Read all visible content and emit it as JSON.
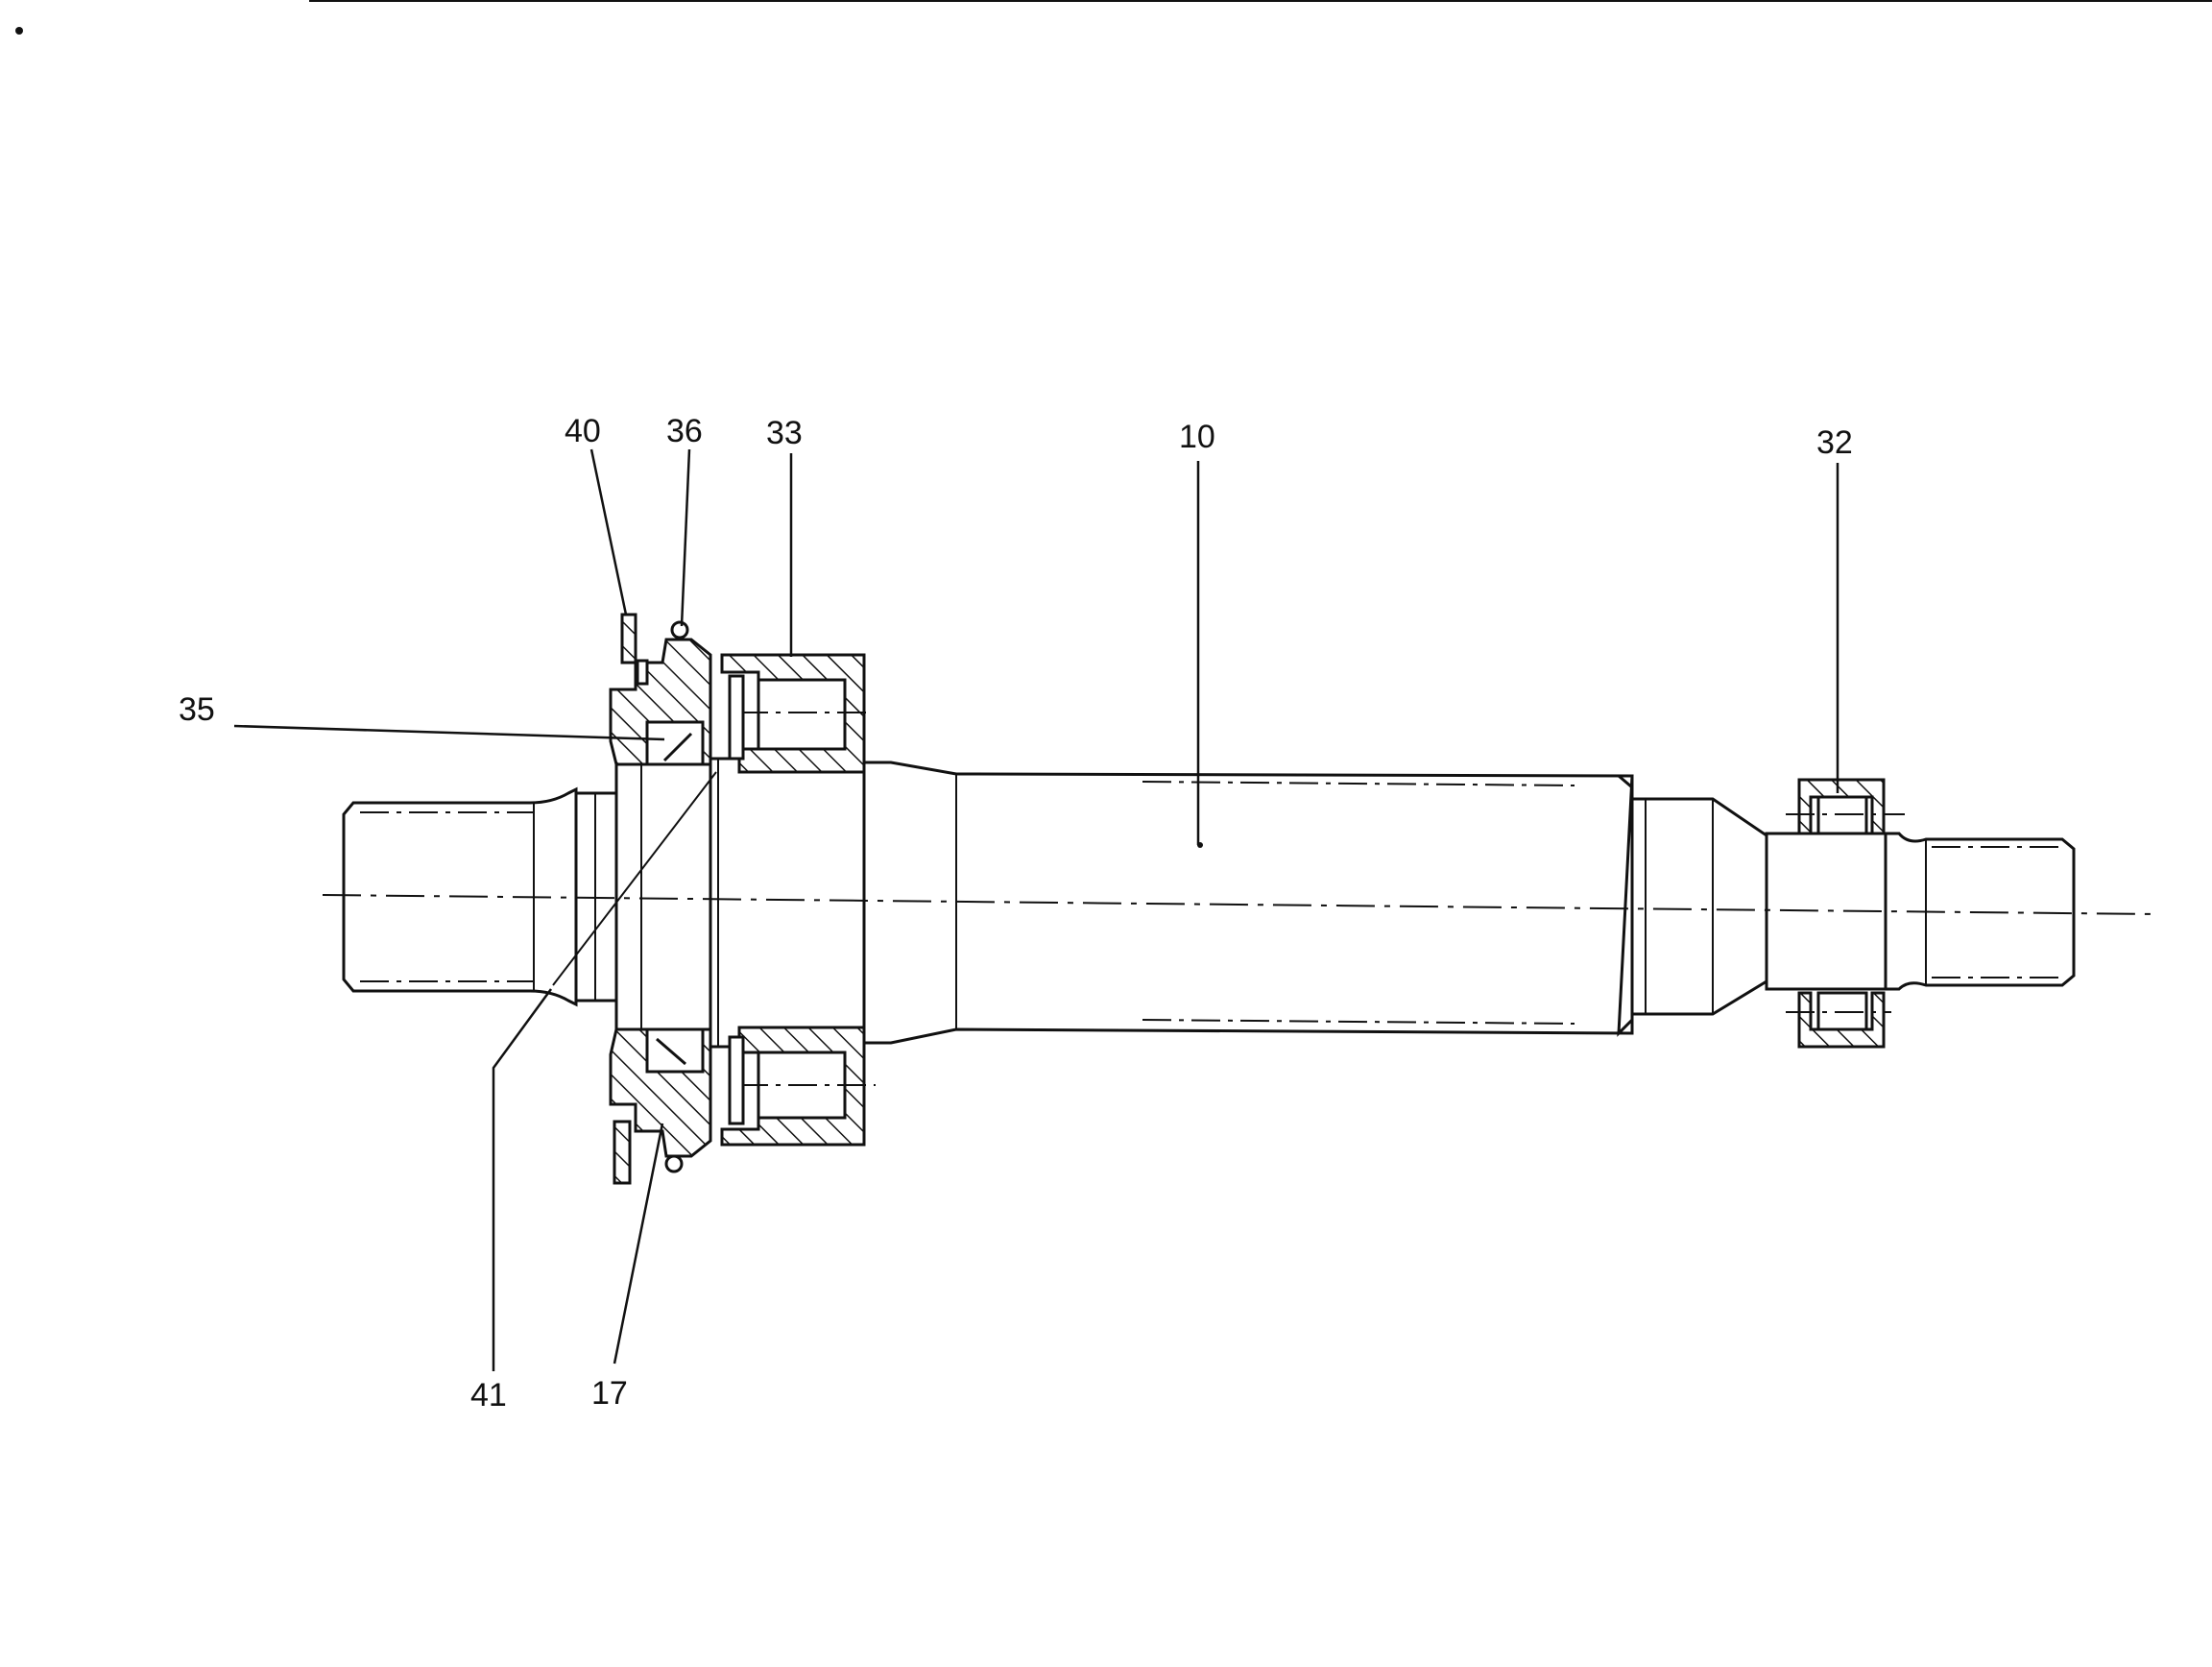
{
  "figure": {
    "reference_numerals": {
      "shaft": "10",
      "seal_housing_bottom": "17",
      "right_bearing": "32",
      "left_bearing": "33",
      "housing_bearing": "35",
      "housing_top": "36",
      "flange": "40",
      "seal_line": "41"
    }
  },
  "colors": {
    "ink": "#111111",
    "paper": "#ffffff"
  }
}
